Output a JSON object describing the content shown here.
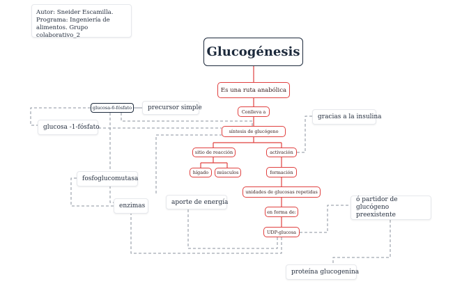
{
  "author_note": {
    "line1": "Autor: Sneider Escamilla.",
    "line2": "Programa: Ingeniería de",
    "line3": "alimentos. Grupo colaborativo_2"
  },
  "title": "Glucogénesis",
  "nodes": {
    "anabolic": "Es una ruta anabólica",
    "conlleva": "Conlleva a",
    "sintesis": "síntesis de glucógeno",
    "sitio": "sitio de reacción",
    "higado": "hígado",
    "musculos": "músculos",
    "activacion": "activación",
    "formacion": "formación",
    "unidades": "unidades de glucosas repetidas",
    "forma": "en forma de:",
    "udp": "UDP-glucosa",
    "g6p": "glucosa-6-fósfato",
    "precursor": "precursor simple",
    "g1p": "glucosa -1-fósfato",
    "insulina": "gracias a la insulina",
    "fosfo": "fosfoglucomutasa",
    "enzimas": "enzimas",
    "aporte": "aporte de energía",
    "partidor": "ó partidor de glucógeno preexistente",
    "proteina": "proteína glucogenina"
  },
  "colors": {
    "red": "#e0403f",
    "dark": "#1d2a3c",
    "dashed": "#8a929c"
  }
}
